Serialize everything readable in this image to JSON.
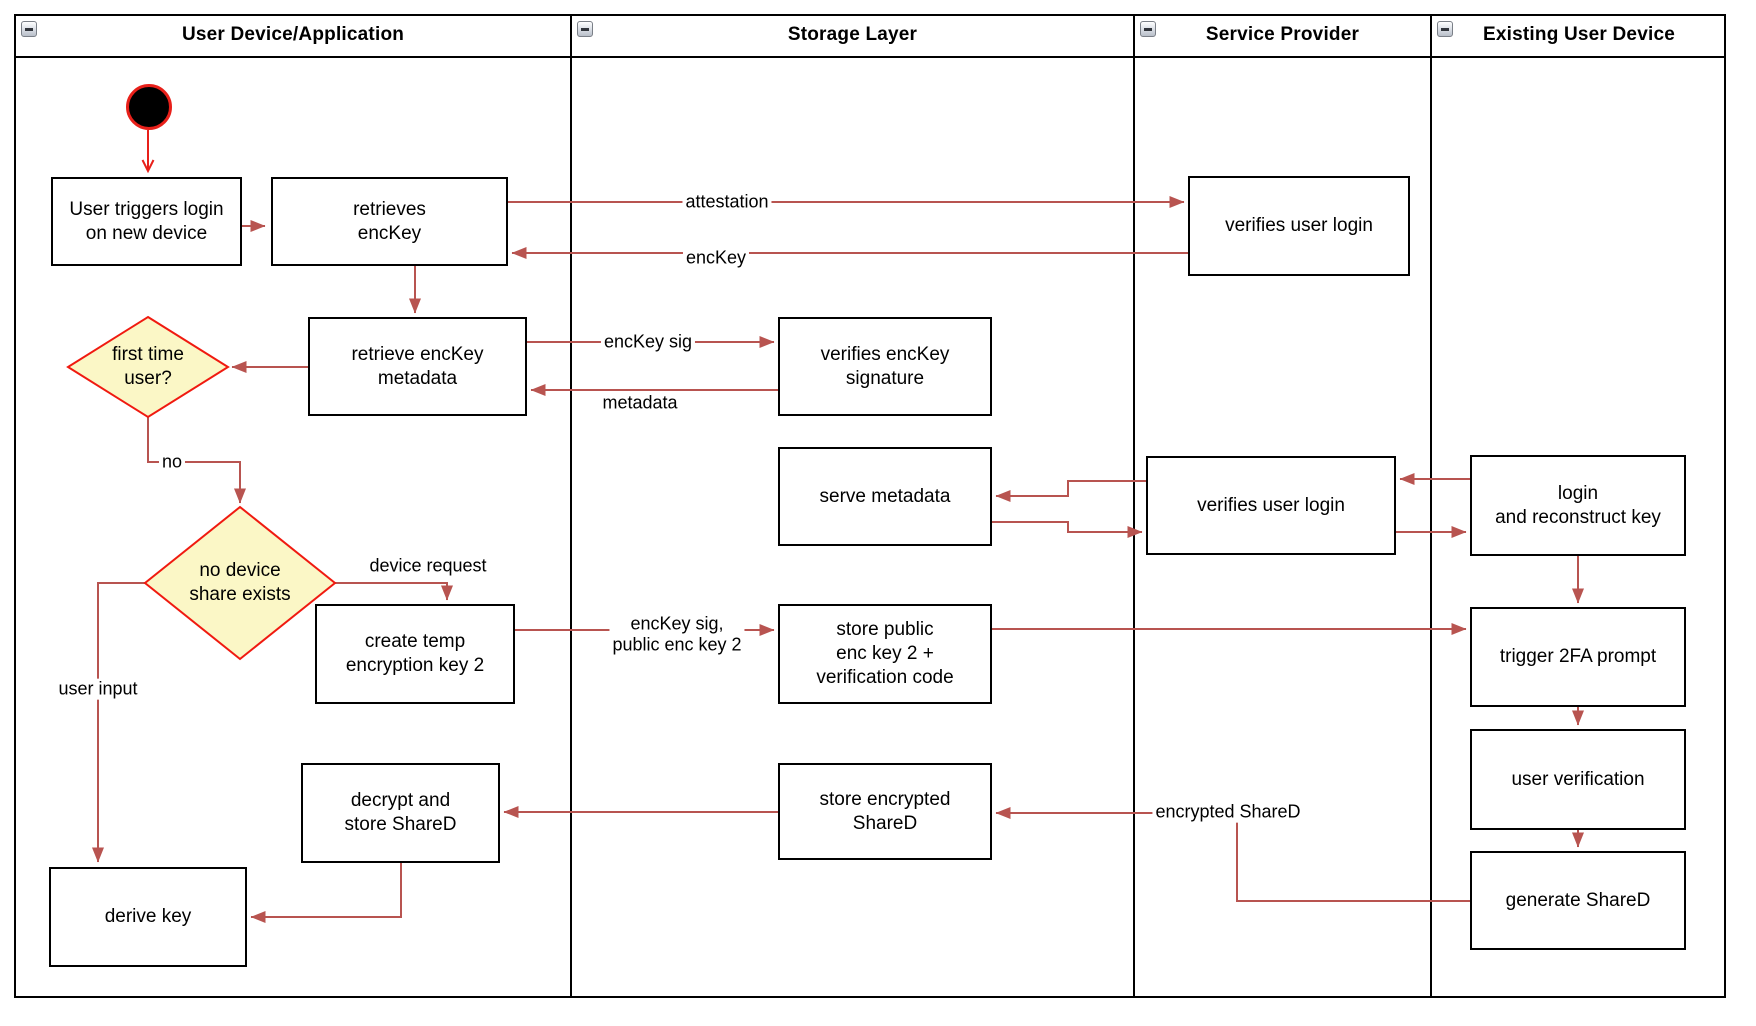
{
  "diagram_title": "device login / key reconstruction activity diagram",
  "colors": {
    "flow_arrow": "#b85450",
    "start_accent": "#e8201a",
    "decision_fill": "#fbf7c6",
    "decision_border": "#f01a10",
    "node_border": "#000000",
    "node_fill": "#ffffff"
  },
  "lanes": [
    {
      "title": "User Device/Application"
    },
    {
      "title": "Storage Layer"
    },
    {
      "title": "Service Provider"
    },
    {
      "title": "Existing User Device"
    }
  ],
  "nodes": {
    "user_triggers": {
      "text": "User triggers login\non new device"
    },
    "retrieves_enckey": {
      "text": "retrieves\nencKey"
    },
    "retrieve_metadata": {
      "text": "retrieve encKey\nmetadata"
    },
    "verifies_login_sp1": {
      "text": "verifies user login"
    },
    "verifies_sig": {
      "text": "verifies encKey\nsignature"
    },
    "serve_metadata": {
      "text": "serve metadata"
    },
    "verifies_login_sp2": {
      "text": "verifies user login"
    },
    "login_reconstruct": {
      "text": "login\nand reconstruct key"
    },
    "create_temp": {
      "text": "create temp\nencryption key 2"
    },
    "store_public": {
      "text": "store public\nenc key 2 +\nverification code"
    },
    "trigger_2fa": {
      "text": "trigger 2FA prompt"
    },
    "user_verification": {
      "text": "user verification"
    },
    "generate_shared": {
      "text": "generate ShareD"
    },
    "store_encrypted": {
      "text": "store encrypted\nShareD"
    },
    "decrypt_store": {
      "text": "decrypt and\nstore ShareD"
    },
    "derive_key": {
      "text": "derive key"
    }
  },
  "decisions": {
    "first_time": {
      "text": "first time\nuser?"
    },
    "no_device_share": {
      "text": "no device\nshare exists"
    }
  },
  "edge_labels": {
    "attestation": "attestation",
    "enckey": "encKey",
    "enckey_sig": "encKey sig",
    "metadata": "metadata",
    "no": "no",
    "device_request": "device request",
    "enckey_sig_public": "encKey sig,\npublic enc key 2",
    "user_input": "user input",
    "encrypted_shared": "encrypted ShareD"
  }
}
